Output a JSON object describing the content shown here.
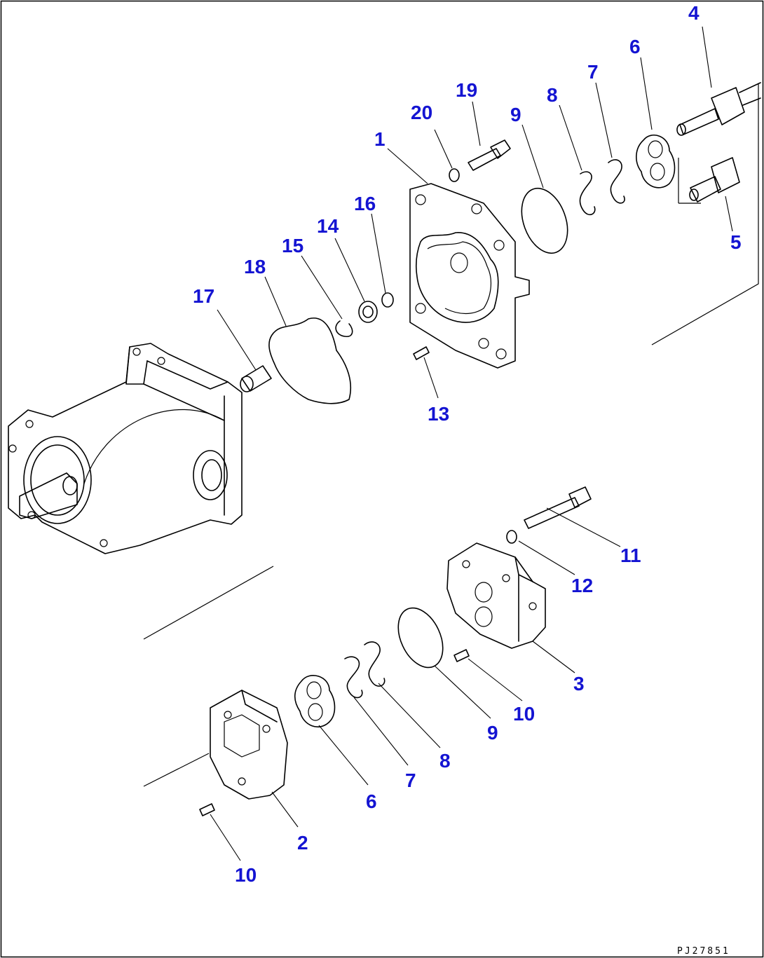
{
  "drawing": {
    "code": "PJ27851",
    "part_numbers": {
      "p1": "1",
      "p2": "2",
      "p3": "3",
      "p4": "4",
      "p5": "5",
      "p6a": "6",
      "p6b": "6",
      "p7a": "7",
      "p7b": "7",
      "p8a": "8",
      "p8b": "8",
      "p9a": "9",
      "p9b": "9",
      "p10a": "10",
      "p10b": "10",
      "p11": "11",
      "p12": "12",
      "p13": "13",
      "p14": "14",
      "p15": "15",
      "p16": "16",
      "p17": "17",
      "p18": "18",
      "p19": "19",
      "p20": "20"
    }
  }
}
